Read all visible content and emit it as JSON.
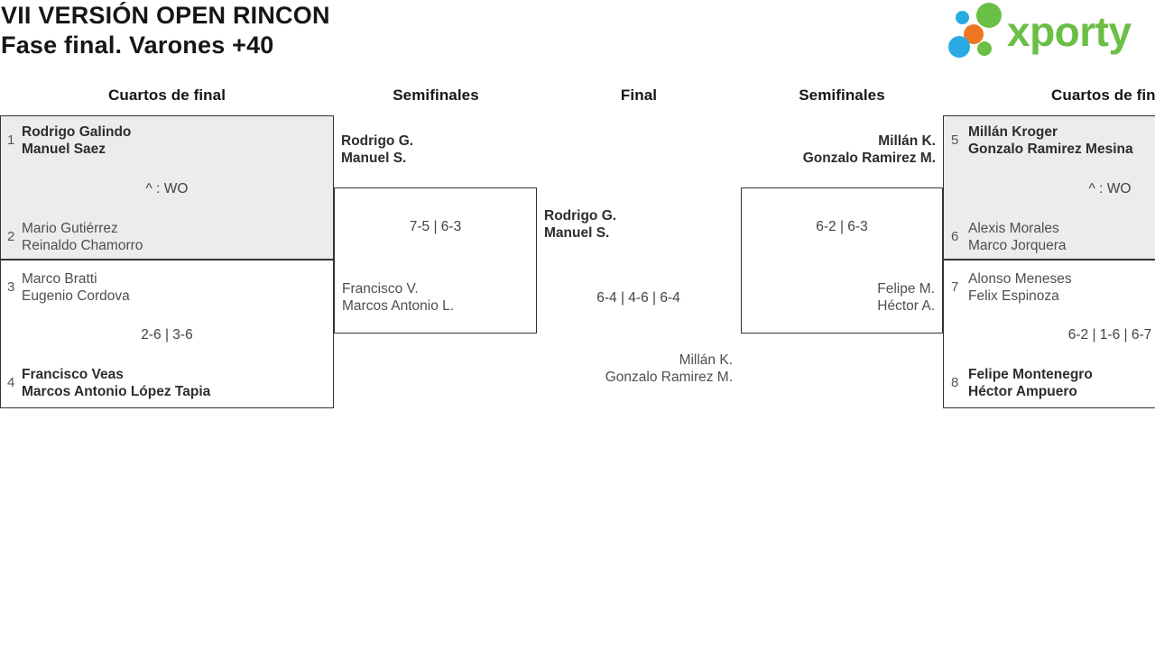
{
  "header": {
    "title": "VII VERSIÓN OPEN RINCON",
    "subtitle": "Fase final. Varones +40",
    "logo_text": "xporty"
  },
  "rounds": [
    "Cuartos de final",
    "Semifinales",
    "Final",
    "Semifinales",
    "Cuartos de final"
  ],
  "matches": [
    {
      "round": "Cuartos de final",
      "bracket_side": "left",
      "seed_top": "1",
      "top1": "Rodrigo Galindo",
      "top2": "Manuel Saez",
      "score": "^ : WO",
      "seed_bottom": "2",
      "bottom1": "Mario Gutiérrez",
      "bottom2": "Reinaldo Chamorro",
      "winner": "top"
    },
    {
      "round": "Cuartos de final",
      "bracket_side": "left",
      "seed_top": "3",
      "top1": "Marco Bratti",
      "top2": "Eugenio Cordova",
      "score": "2-6 | 3-6",
      "seed_bottom": "4",
      "bottom1": "Francisco Veas",
      "bottom2": "Marcos Antonio López Tapia",
      "winner": "bottom"
    },
    {
      "round": "Semifinales",
      "bracket_side": "left",
      "top1": "Rodrigo G.",
      "top2": "Manuel S.",
      "score": "7-5 | 6-3",
      "bottom1": "Francisco V.",
      "bottom2": "Marcos Antonio L.",
      "winner": "top"
    },
    {
      "round": "Final",
      "bracket_side": "center",
      "top1": "Rodrigo G.",
      "top2": "Manuel S.",
      "score": "6-4 | 4-6 | 6-4",
      "bottom1": "Millán K.",
      "bottom2": "Gonzalo Ramirez M.",
      "winner": "top"
    },
    {
      "round": "Semifinales",
      "bracket_side": "right",
      "top1": "Millán K.",
      "top2": "Gonzalo Ramirez M.",
      "score": "6-2 | 6-3",
      "bottom1": "Felipe M.",
      "bottom2": "Héctor A.",
      "winner": "top"
    },
    {
      "round": "Cuartos de final",
      "bracket_side": "right",
      "seed_top": "5",
      "top1": "Millán Kroger",
      "top2": "Gonzalo Ramirez Mesina",
      "score": "^ : WO",
      "seed_bottom": "6",
      "bottom1": "Alexis Morales",
      "bottom2": "Marco Jorquera",
      "winner": "top"
    },
    {
      "round": "Cuartos de final",
      "bracket_side": "right",
      "seed_top": "7",
      "top1": "Alonso Meneses",
      "top2": "Felix Espinoza",
      "score": "6-2 | 1-6 | 6-7",
      "seed_bottom": "8",
      "bottom1": "Felipe Montenegro",
      "bottom2": "Héctor Ampuero",
      "winner": "bottom"
    }
  ],
  "colors": {
    "box_shaded_bg": "#ececec",
    "box_border": "#333333",
    "winner_text": "#2d2d2d",
    "loser_text": "#4f4f4f",
    "score_text": "#424242",
    "heading_text": "#161616",
    "logo_green": "#6abf45",
    "logo_blue": "#29abe2",
    "logo_orange": "#ee7623"
  }
}
